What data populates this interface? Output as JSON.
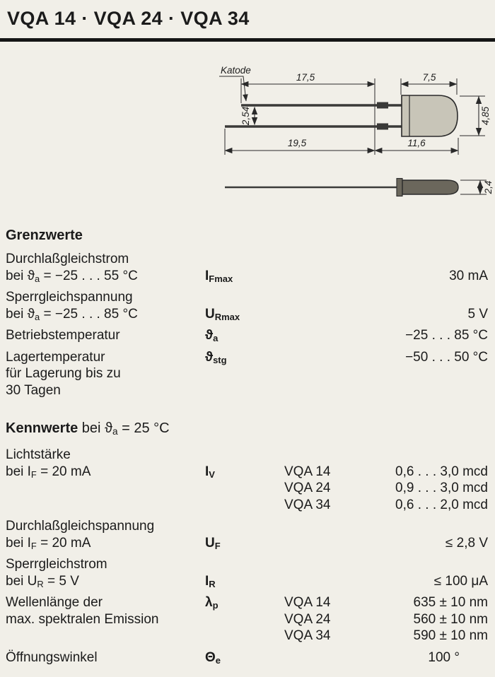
{
  "page": {
    "title": "VQA 14 · VQA 24 · VQA 34"
  },
  "drawing": {
    "katode_label": "Katode",
    "dim_top_lead": "17,5",
    "dim_body_length": "7,5",
    "dim_lead_pitch": "2,54",
    "dim_body_diameter": "4,85",
    "dim_bottom_lead": "19,5",
    "dim_body_total": "11,6",
    "dim_side_height": "2,4"
  },
  "limits": {
    "heading": "Grenzwerte",
    "rows": [
      {
        "line1": "Durchlaßgleichstrom",
        "cond_pre": "bei ",
        "cond_base": "ϑ",
        "cond_sub": "a",
        "cond_post": " = −25 . . . 55 °C",
        "sym_base": "I",
        "sym_sub": "Fmax",
        "value": "30 mA"
      },
      {
        "line1": "Sperrgleichspannung",
        "cond_pre": "bei ",
        "cond_base": "ϑ",
        "cond_sub": "a",
        "cond_post": " = −25 . . . 85 °C",
        "sym_base": "U",
        "sym_sub": "Rmax",
        "value": "5 V"
      },
      {
        "line1": "Betriebstemperatur",
        "sym_base": "ϑ",
        "sym_sub": "a",
        "value": "−25 . . . 85 °C"
      },
      {
        "line1": "Lagertemperatur",
        "line2": "für Lagerung bis zu",
        "line3": "30 Tagen",
        "sym_base": "ϑ",
        "sym_sub": "stg",
        "value": "−50 . . . 50 °C"
      }
    ]
  },
  "characteristics": {
    "heading_bold": "Kennwerte",
    "heading_pre": " bei ",
    "heading_base": "ϑ",
    "heading_sub": "a",
    "heading_post": " = 25 °C",
    "rows": [
      {
        "line1": "Lichtstärke",
        "cond_pre": "bei ",
        "cond_base": "I",
        "cond_sub": "F",
        "cond_post": " = 20 mA",
        "sym_base": "I",
        "sym_sub": "V",
        "entries": [
          {
            "model": "VQA 14",
            "value": "0,6 . . . 3,0 mcd"
          },
          {
            "model": "VQA 24",
            "value": "0,9 . . . 3,0 mcd"
          },
          {
            "model": "VQA 34",
            "value": "0,6 . . . 2,0 mcd"
          }
        ]
      },
      {
        "line1": "Durchlaßgleichspannung",
        "cond_pre": "bei ",
        "cond_base": "I",
        "cond_sub": "F",
        "cond_post": " = 20 mA",
        "sym_base": "U",
        "sym_sub": "F",
        "value": "≤ 2,8 V"
      },
      {
        "line1": "Sperrgleichstrom",
        "cond_pre": "bei ",
        "cond_base": "U",
        "cond_sub": "R",
        "cond_post": " = 5 V",
        "sym_base": "I",
        "sym_sub": "R",
        "value": "≤ 100 μA"
      },
      {
        "line1": "Wellenlänge der",
        "line2": "max. spektralen Emission",
        "sym_base": "λ",
        "sym_sub": "p",
        "entries": [
          {
            "model": "VQA 14",
            "value": "635 ± 10 nm"
          },
          {
            "model": "VQA 24",
            "value": "560 ± 10 nm"
          },
          {
            "model": "VQA 34",
            "value": "590 ± 10 nm"
          }
        ]
      },
      {
        "line1": "Öffnungswinkel",
        "sym_base": "Θ",
        "sym_sub": "e",
        "value": "100 °"
      }
    ]
  }
}
